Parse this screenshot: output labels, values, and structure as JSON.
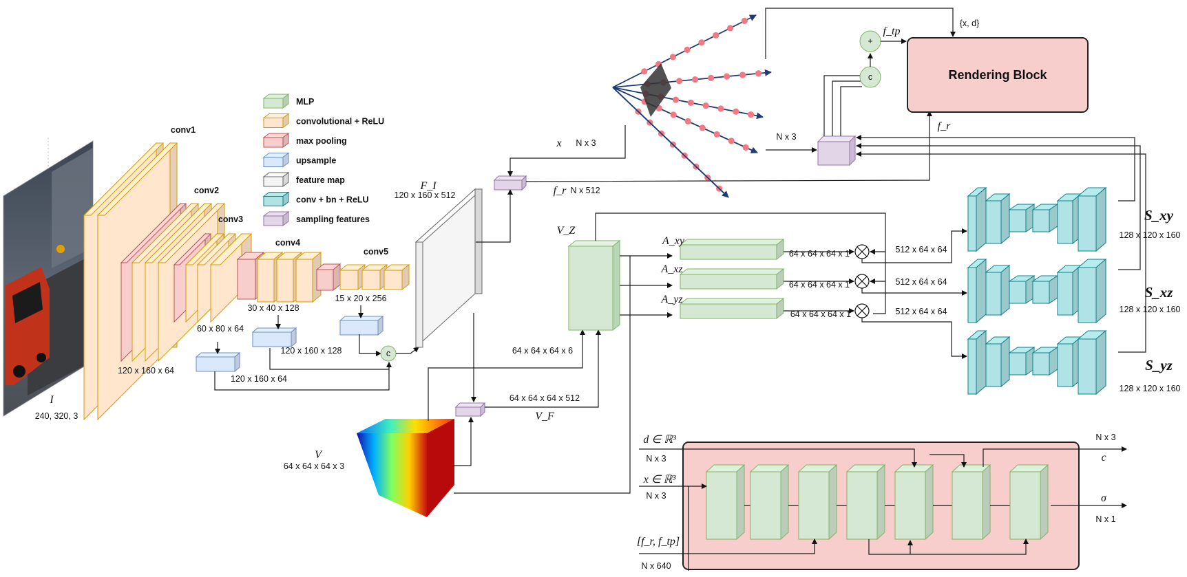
{
  "legend": [
    {
      "label": "MLP",
      "color": "#d5e8d4",
      "edge": "#82b366"
    },
    {
      "label": "convolutional + ReLU",
      "color": "#ffe6cc",
      "edge": "#d79b00"
    },
    {
      "label": "max pooling",
      "color": "#f8cecc",
      "edge": "#b85450"
    },
    {
      "label": "upsample",
      "color": "#dae8fc",
      "edge": "#6c8ebf"
    },
    {
      "label": "feature map",
      "color": "#f5f5f5",
      "edge": "#666666"
    },
    {
      "label": "conv + bn + ReLU",
      "color": "#b0e3e6",
      "edge": "#0e8088"
    },
    {
      "label": "sampling features",
      "color": "#e1d5e7",
      "edge": "#9673a6"
    }
  ],
  "encoder": {
    "conv1": "conv1",
    "conv2": "conv2",
    "conv3": "conv3",
    "conv4": "conv4",
    "conv5": "conv5",
    "dim_c2": "120 x 160 x 64",
    "dim_c3": "60 x 80 x 64",
    "dim_c4": "30 x 40 x 128",
    "dim_c5": "15 x 20 x 256",
    "up_a": "120 x 160 x 64",
    "up_b": "120 x 160 x 128"
  },
  "input_image": {
    "symbol": "I",
    "dims": "240, 320, 3"
  },
  "feature_map": {
    "symbol": "F_I",
    "dims": "120 x 160 x 512"
  },
  "volume": {
    "symbol": "V",
    "dims": "64 x 64 x 64 x 3"
  },
  "concat_symbol": "c",
  "plus_symbol": "+",
  "sampling": {
    "x_label": "x",
    "x_dims": "N x 3",
    "fr_label": "f_r",
    "fr_dims": "N x 512",
    "n3": "N x 3"
  },
  "volume_features": {
    "vz": "V_Z",
    "vf": "V_F",
    "d6": "64 x 64 x 64 x 6",
    "d512": "64 x 64 x 64 x 512"
  },
  "attention": {
    "axy": "A_xy",
    "axz": "A_xz",
    "ayz": "A_yz",
    "dim": "64 x 64 x 64 x 1",
    "plane_dim": "512 x 64 x 64"
  },
  "planes": [
    {
      "symbol": "S_xy",
      "dims": "128 x 120 x 160"
    },
    {
      "symbol": "S_xz",
      "dims": "128 x 120 x 160"
    },
    {
      "symbol": "S_yz",
      "dims": "128 x 120 x 160"
    }
  ],
  "rendering": {
    "title": "Rendering Block",
    "ftp": "f_tp",
    "fr": "f_r",
    "xd": "{x, d}"
  },
  "decoder": {
    "d_in": "d ∈ ℝ³",
    "d_dims": "N x 3",
    "x_in": "x ∈ ℝ³",
    "x_dims": "N x 3",
    "f_in": "[f_r, f_tp]",
    "f_dims": "N x 640",
    "c_out": "c",
    "c_dims": "N x 3",
    "sigma_out": "σ",
    "sigma_dims": "N x 1"
  }
}
